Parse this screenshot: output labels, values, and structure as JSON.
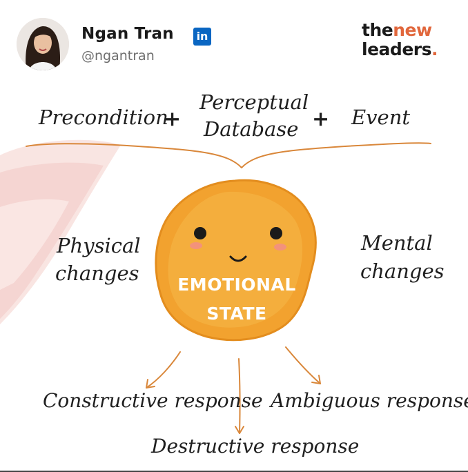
{
  "author": {
    "name": "Ngan Tran",
    "handle": "@ngantran",
    "social_badge": "in",
    "social_icon": "linkedin-icon",
    "avatar_icon": "profile-photo"
  },
  "brand": {
    "line1_prefix": "the",
    "line1_accent": "new",
    "line2": "leaders",
    "line2_accent": ".",
    "accent_color": "#e1673c"
  },
  "diagram": {
    "inputs": {
      "precondition": "Precondition",
      "plus1": "+",
      "perceptual_line1": "Perceptual",
      "perceptual_line2": "Database",
      "plus2": "+",
      "event": "Event"
    },
    "center": {
      "line1": "EMOTIONAL",
      "line2": "STATE",
      "color": "#f2a22f"
    },
    "side": {
      "physical_line1": "Physical",
      "physical_line2": "changes",
      "mental_line1": "Mental",
      "mental_line2": "changes"
    },
    "outputs": {
      "constructive": "Constructive response",
      "destructive": "Destructive response",
      "ambiguous": "Ambiguous response"
    },
    "arrow_color": "#d9873a"
  }
}
